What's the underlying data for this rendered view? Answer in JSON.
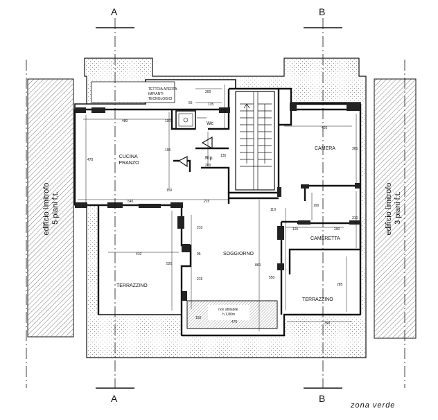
{
  "sections": {
    "a": "A",
    "b": "B"
  },
  "side_labels": {
    "left": "edificio limitrofo\n5 piani f.t.",
    "right": "edificio limitrofo\n3 piani f.t."
  },
  "rooms": {
    "tecnici": "TETTOIA APERTA\nIMPIANTI\nTECNOLOGICI",
    "wc": "Wc",
    "cucina": "CUCINA\nPRANZO",
    "rip": "Rip.",
    "camera": "CAMERA",
    "cameretta": "CAMERETTA",
    "soggiorno": "SOGGIORNO",
    "terrazzino_left": "TERRAZZINO",
    "terrazzino_right": "TERRAZZINO",
    "non_abitabile": "non abitabile\nh.1,80m"
  },
  "dimensions": {
    "d200": "200",
    "d65": "65",
    "d135": "135",
    "d270": "270",
    "d480": "480",
    "d100": "100",
    "d470": "470",
    "d195": "195",
    "d135b": "135",
    "d200b": "200",
    "d150": "150",
    "d540": "540",
    "d215": "215",
    "d110": "110",
    "d420": "420",
    "d365": "365",
    "d190": "190",
    "d310": "310",
    "d125": "125",
    "d290": "290",
    "d210": "210",
    "d95": "95",
    "d410": "410",
    "d520": "520",
    "d860": "860",
    "d550": "550",
    "d285": "285",
    "d215b": "215",
    "d155": "155",
    "d470b": "470",
    "d390": "390"
  },
  "footer": {
    "zona": "zona verde"
  }
}
